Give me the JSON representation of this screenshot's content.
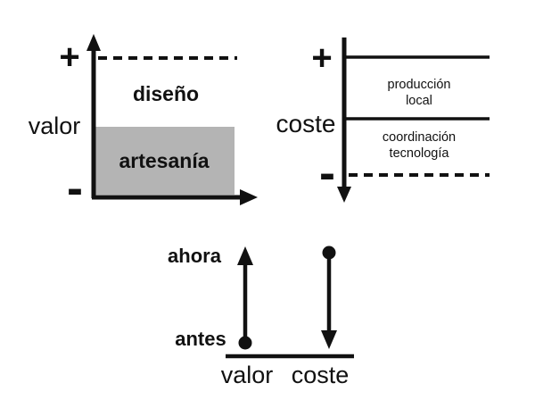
{
  "colors": {
    "line": "#111111",
    "region_fill": "#b4b4b4",
    "background": "#ffffff"
  },
  "valor_chart": {
    "axis_label": "valor",
    "plus": "+",
    "minus": "-",
    "upper_region_label": "diseño",
    "lower_region_label": "artesanía"
  },
  "coste_chart": {
    "axis_label": "coste",
    "plus": "+",
    "minus": "-",
    "band_top_label": "producción\nlocal",
    "band_bottom_label": "coordinación\ntecnología"
  },
  "comparison_chart": {
    "now_label": "ahora",
    "before_label": "antes",
    "value_axis_label": "valor",
    "cost_axis_label": "coste"
  }
}
